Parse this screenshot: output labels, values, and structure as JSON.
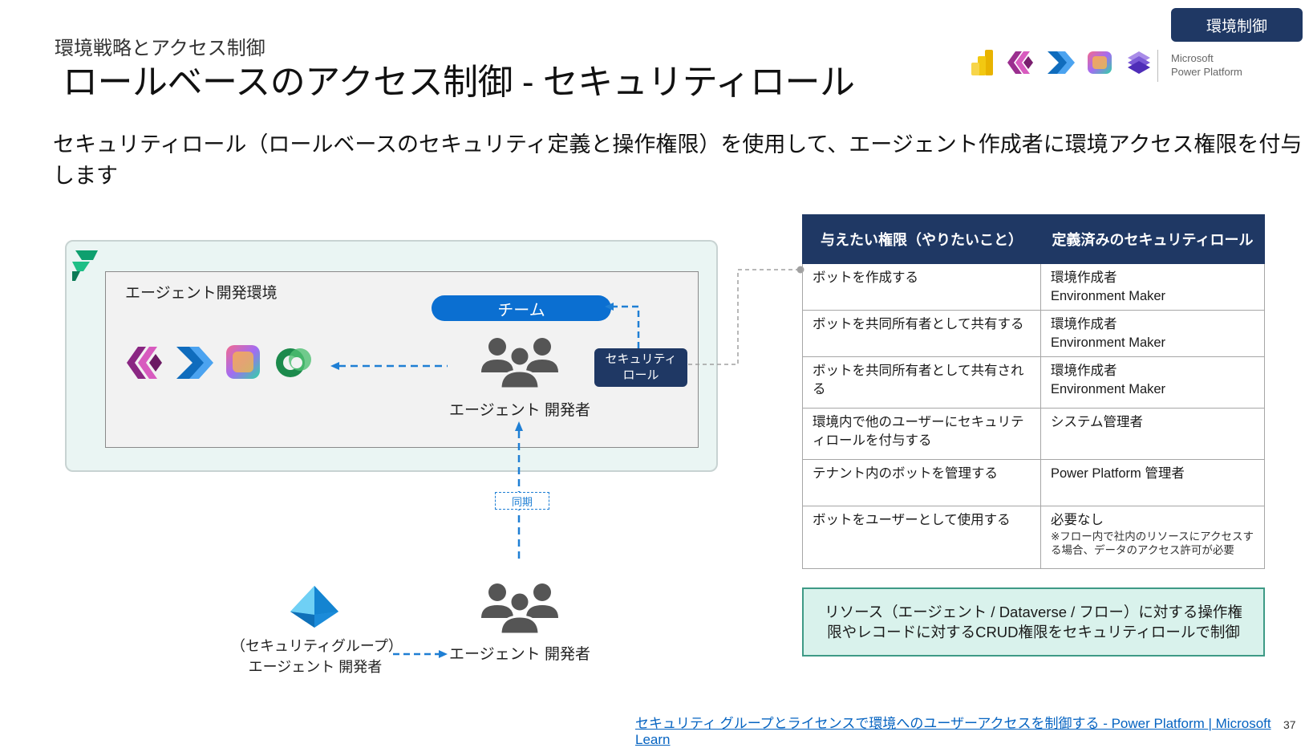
{
  "header": {
    "section": "環境戦略とアクセス制御",
    "title": "ロールベースのアクセス制御 - セキュリティロール",
    "badge": "環境制御",
    "brand_line1": "Microsoft",
    "brand_line2": "Power Platform"
  },
  "description": "セキュリティロール（ロールベースのセキュリティ定義と操作権限）を使用して、エージェント作成者に環境アクセス権限を付与します",
  "diagram": {
    "env_label": "エージェント開発環境",
    "team_label": "チーム",
    "role_box": [
      "セキュリティ",
      "ロール"
    ],
    "dev_in_env": "エージェント 開発者",
    "sync_label": "同期",
    "group_label": [
      "（セキュリティグループ）",
      "エージェント 開発者"
    ],
    "dev_outside": "エージェント 開発者"
  },
  "table": {
    "headers": [
      "与えたい権限（やりたいこと）",
      "定義済みのセキュリティロール"
    ],
    "rows": [
      {
        "want": "ボットを作成する",
        "role": [
          "環境作成者",
          "Environment Maker"
        ],
        "note": ""
      },
      {
        "want": "ボットを共同所有者として共有する",
        "role": [
          "環境作成者",
          "Environment Maker"
        ],
        "note": ""
      },
      {
        "want": "ボットを共同所有者として共有される",
        "role": [
          "環境作成者",
          "Environment Maker"
        ],
        "note": ""
      },
      {
        "want": "環境内で他のユーザーにセキュリティロールを付与する",
        "role": [
          "システム管理者",
          ""
        ],
        "note": ""
      },
      {
        "want": "テナント内のボットを管理する",
        "role": [
          "Power Platform 管理者",
          ""
        ],
        "note": ""
      },
      {
        "want": "ボットをユーザーとして使用する",
        "role": [
          "必要なし",
          ""
        ],
        "note": "※フロー内で社内のリソースにアクセスする場合、データのアクセス許可が必要"
      }
    ]
  },
  "callout": "リソース（エージェント / Dataverse / フロー）に対する操作権限やレコードに対するCRUD権限をセキュリティロールで制御",
  "footer": {
    "link": "セキュリティ グループとライセンスで環境へのユーザーアクセスを制御する - Power Platform | Microsoft Learn",
    "page": "37"
  },
  "colors": {
    "navy": "#1f3864",
    "blue": "#0b6fd1",
    "mint": "#d9f2ec"
  }
}
